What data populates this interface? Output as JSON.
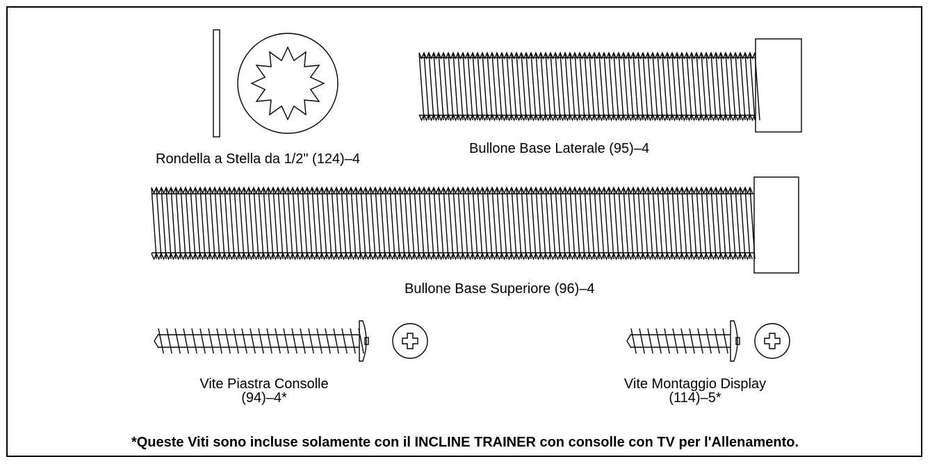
{
  "parts": {
    "star_washer": {
      "label": "Rondella a Stella da 1/2\" (124)–4"
    },
    "side_base_bolt": {
      "label": "Bullone Base Laterale (95)–4"
    },
    "top_base_bolt": {
      "label": "Bullone Base Superiore (96)–4"
    },
    "console_plate_screw": {
      "label_line1": "Vite Piastra Consolle",
      "label_line2": "(94)–4*"
    },
    "display_mount_screw": {
      "label_line1": "Vite Montaggio Display",
      "label_line2": "(114)–5*"
    }
  },
  "footnote": "*Queste Viti sono incluse solamente con il INCLINE TRAINER con consolle con TV per l'Allenamento."
}
